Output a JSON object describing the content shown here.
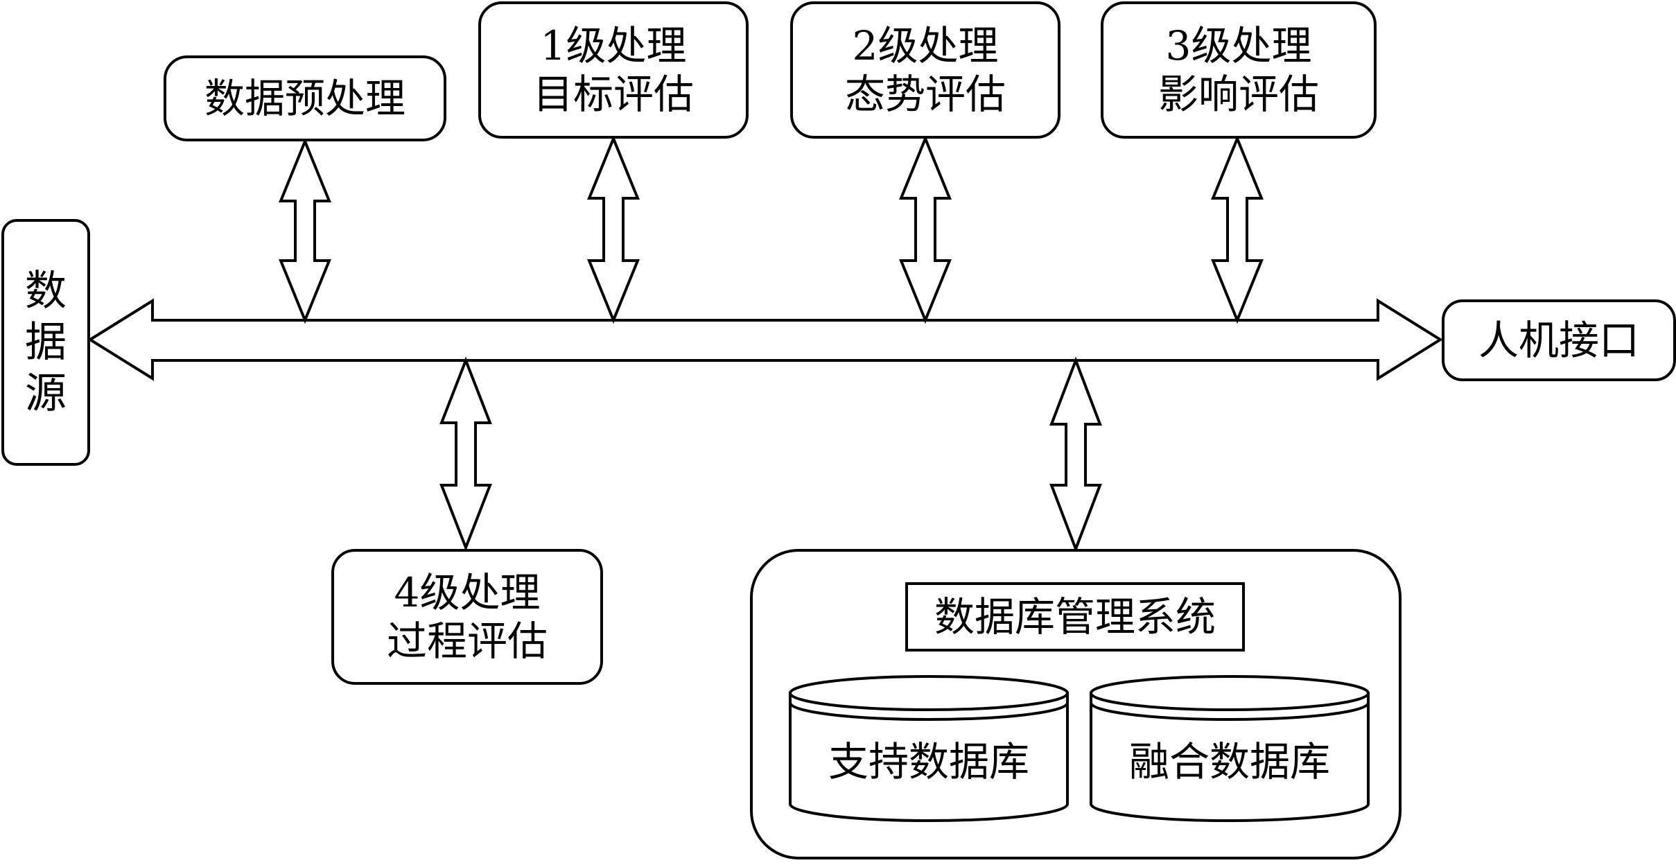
{
  "nodes": {
    "data_source": {
      "lines": [
        "数",
        "据",
        "源"
      ]
    },
    "preprocess": {
      "lines": [
        "数据预处理"
      ]
    },
    "level1": {
      "lines": [
        "1级处理",
        "目标评估"
      ]
    },
    "level2": {
      "lines": [
        "2级处理",
        "态势评估"
      ]
    },
    "level3": {
      "lines": [
        "3级处理",
        "影响评估"
      ]
    },
    "hmi": {
      "lines": [
        "人机接口"
      ]
    },
    "level4": {
      "lines": [
        "4级处理",
        "过程评估"
      ]
    },
    "dbms": {
      "title": "数据库管理系统"
    },
    "support_db": {
      "label": "支持数据库"
    },
    "fusion_db": {
      "label": "融合数据库"
    }
  },
  "colors": {
    "stroke": "#000000",
    "fill": "#ffffff",
    "background": "#ffffff"
  }
}
